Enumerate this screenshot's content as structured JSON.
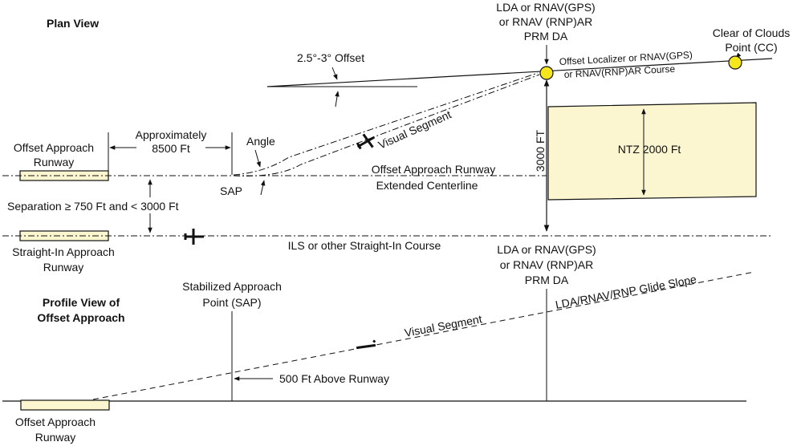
{
  "plan": {
    "title": "Plan View",
    "offset_angle": "2.5°-3° Offset",
    "lda_da": [
      "LDA or RNAV(GPS)",
      "or RNAV (RNP)AR",
      "PRM DA"
    ],
    "clear_of_clouds": [
      "Clear of Clouds",
      "Point (CC)"
    ],
    "offset_course": [
      "Offset Localizer or RNAV(GPS)",
      "or RNAV(RNP)AR Course"
    ],
    "approx_distance": [
      "Approximately",
      "8500 Ft"
    ],
    "angle": "Angle",
    "visual_segment": "Visual Segment",
    "altitude": "3000 FT",
    "ntz": "NTZ 2000 Ft",
    "offset_runway": [
      "Offset Approach",
      "Runway"
    ],
    "sap": "SAP",
    "extended_centerline": [
      "Offset Approach Runway",
      "Extended Centerline"
    ],
    "separation": "Separation ≥ 750 Ft and < 3000 Ft",
    "straight_in_runway": [
      "Straight-In Approach",
      "Runway"
    ],
    "ils_course": "ILS or other Straight-In Course",
    "lda_da_lower": [
      "LDA or RNAV(GPS)",
      "or RNAV (RNP)AR",
      "PRM DA"
    ]
  },
  "profile": {
    "title": [
      "Profile View of",
      "Offset Approach"
    ],
    "sap_label": [
      "Stabilized Approach",
      "Point (SAP)"
    ],
    "glide_slope": "LDA/RNAV/RNP Glide Slope",
    "visual_segment": "Visual Segment",
    "above_runway": "500 Ft Above Runway",
    "runway": [
      "Offset Approach",
      "Runway"
    ]
  },
  "colors": {
    "runway_fill": "#fbf6cf",
    "ntz_fill": "#fbf6cf",
    "da_point": "#f5e71c",
    "line": "#111111"
  }
}
